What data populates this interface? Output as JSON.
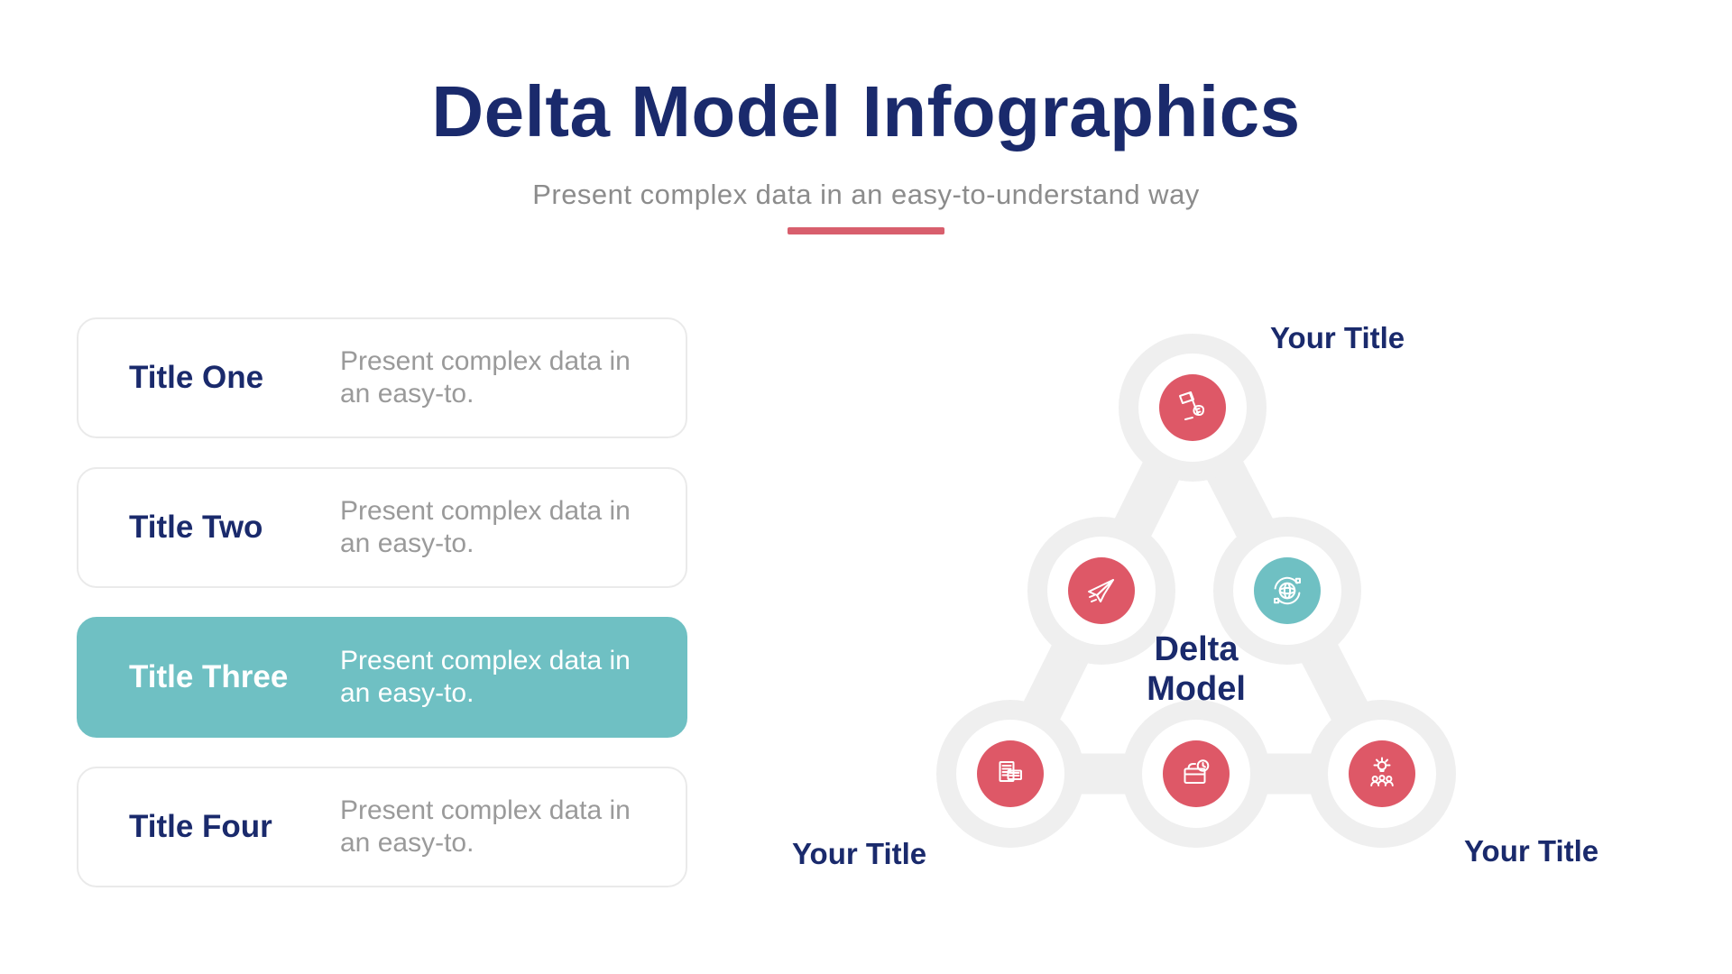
{
  "header": {
    "title": "Delta Model Infographics",
    "subtitle": "Present complex data in an easy-to-understand way"
  },
  "colors": {
    "navy": "#1A2A6C",
    "red": "#DE5867",
    "teal": "#6FC0C3",
    "accent_underline": "#D85F6D",
    "track_gray": "#EFEFEF",
    "card_border": "#EAEAEA",
    "description_gray": "#9A9A9A",
    "subtitle_gray": "#8C8C8C"
  },
  "cards": [
    {
      "title": "Title One",
      "description": "Present complex data in an easy-to.",
      "active": false
    },
    {
      "title": "Title Two",
      "description": "Present complex data in an easy-to.",
      "active": false
    },
    {
      "title": "Title Three",
      "description": "Present complex data in an easy-to.",
      "active": true
    },
    {
      "title": "Title Four",
      "description": "Present complex data in an easy-to.",
      "active": false
    }
  ],
  "diagram": {
    "center_label": {
      "line1": "Delta",
      "line2": "Model"
    },
    "labels": [
      {
        "text": "Your Title",
        "position": "top-right"
      },
      {
        "text": "Your Title",
        "position": "bottom-left"
      },
      {
        "text": "Your Title",
        "position": "bottom-right"
      }
    ],
    "nodes": [
      {
        "icon": "flag-hand-icon",
        "color": "#DE5867",
        "position": "top"
      },
      {
        "icon": "paper-plane-icon",
        "color": "#DE5867",
        "position": "middle-left"
      },
      {
        "icon": "globe-sync-icon",
        "color": "#6FC0C3",
        "position": "middle-right"
      },
      {
        "icon": "documents-icon",
        "color": "#DE5867",
        "position": "bottom-left"
      },
      {
        "icon": "briefcase-clock-icon",
        "color": "#DE5867",
        "position": "bottom-center"
      },
      {
        "icon": "team-idea-icon",
        "color": "#DE5867",
        "position": "bottom-right"
      }
    ]
  }
}
